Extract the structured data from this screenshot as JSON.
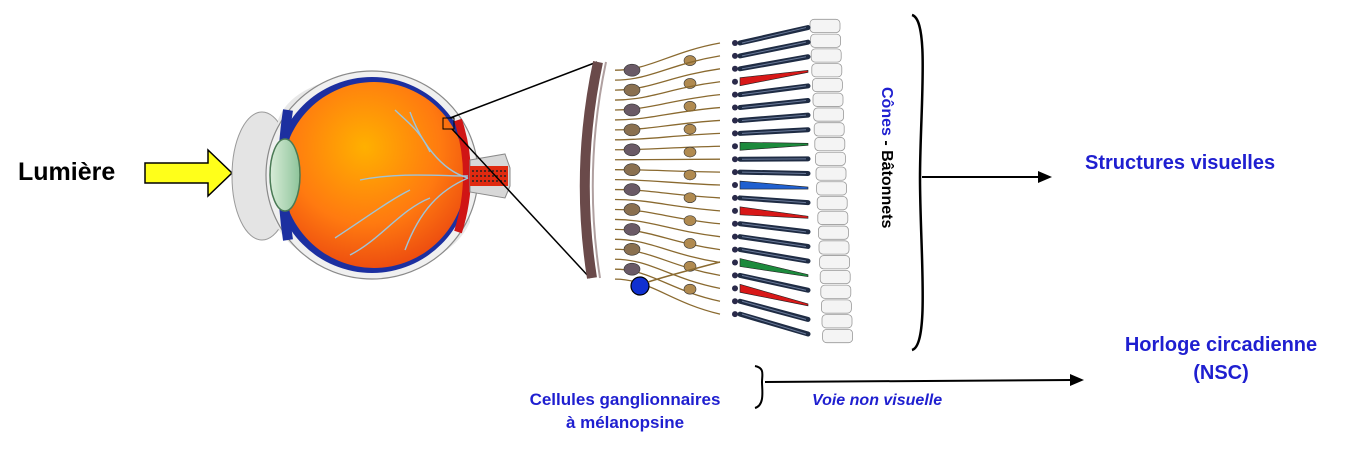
{
  "labels": {
    "light": "Lumière",
    "photoreceptors_cones": "Cônes",
    "photoreceptors_sep": " - ",
    "photoreceptors_rods": "Bâtonnets",
    "visual_structures": "Structures visuelles",
    "clock_line1": "Horloge circadienne",
    "clock_line2": "(NSC)",
    "rgc_line1": "Cellules ganglionnaires",
    "rgc_line2": "à mélanopsine",
    "pathway": "Voie non visuelle"
  },
  "colors": {
    "label_blue": "#1f1fd0",
    "arrow_fill": "#ffff1a",
    "eye_orange": "#f25a10",
    "sclera_blue": "#1c2fa0",
    "cone_red": "#d81818",
    "cone_green": "#1c8a3c",
    "cone_blue": "#2060d0",
    "rod_dark": "#1f2c44",
    "melanopsin_cell": "#1030d0"
  },
  "icons": [
    "yellow-arrow-icon",
    "eye-cross-section-icon",
    "retina-layers-icon",
    "brace-icon",
    "arrow-icon"
  ]
}
